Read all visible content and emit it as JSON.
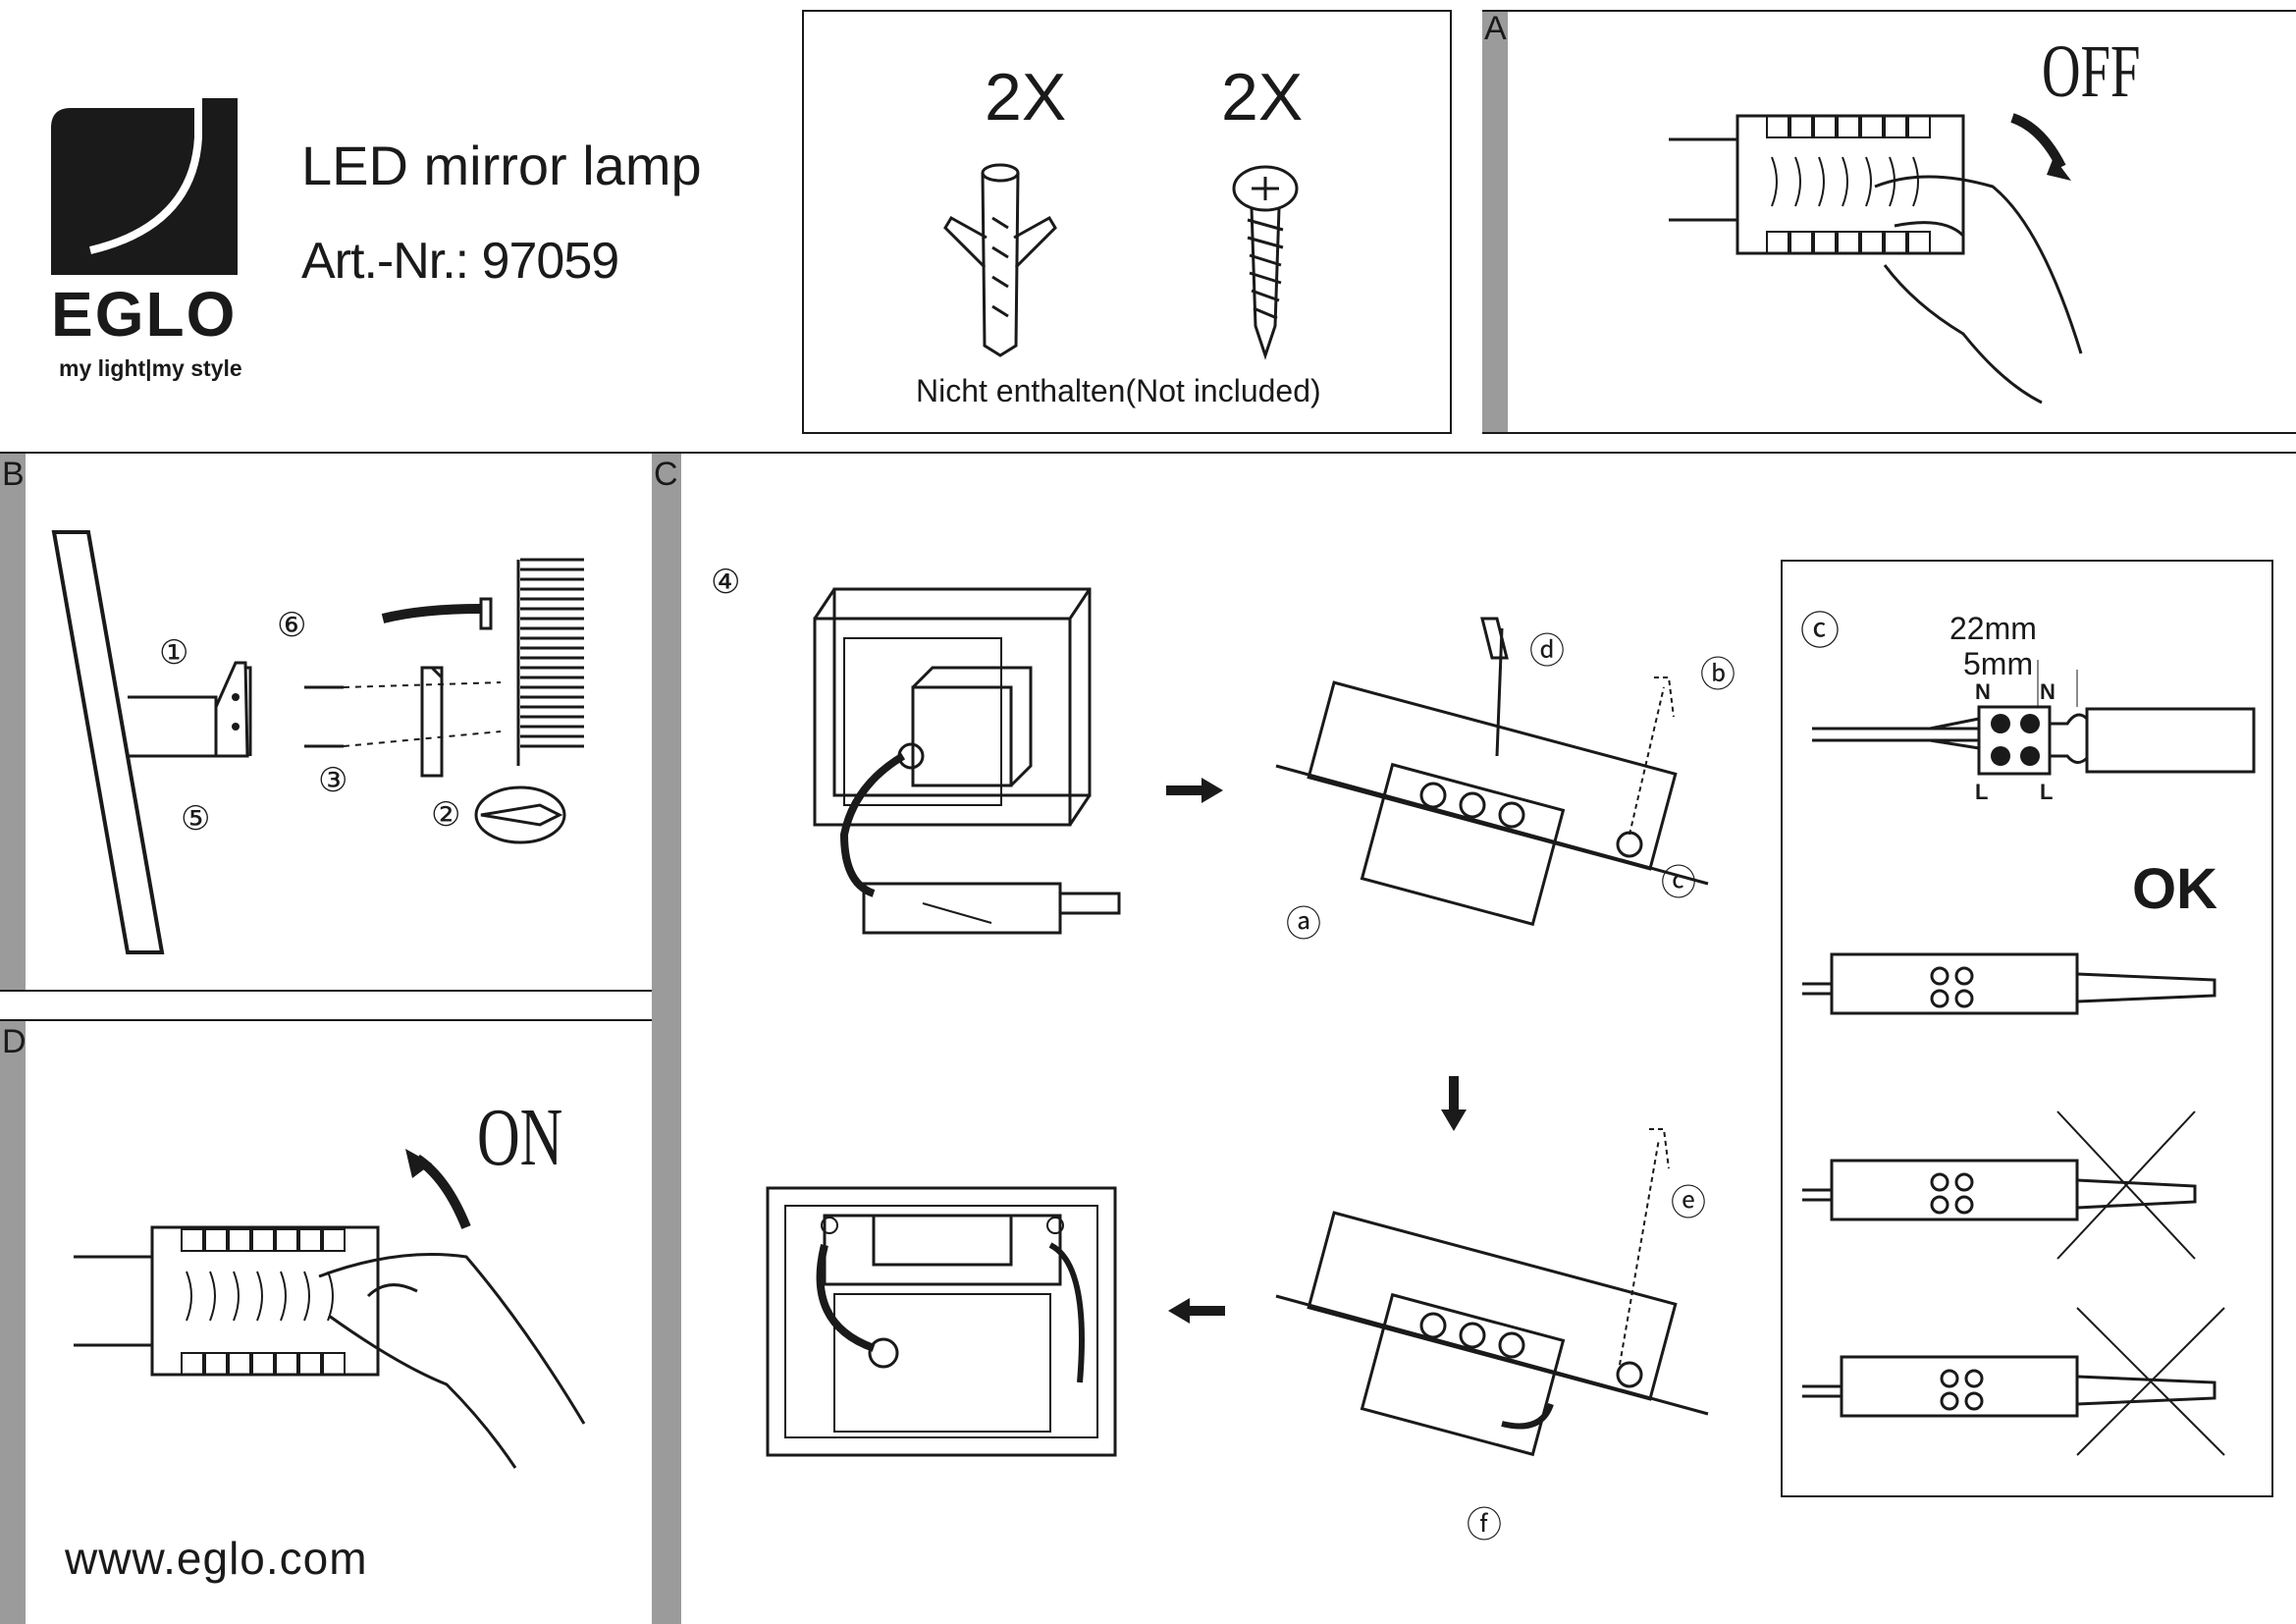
{
  "header": {
    "brand": "EGLO",
    "tagline": "my light|my style",
    "product_title": "LED mirror lamp",
    "article_number": "Art.-Nr.: 97059"
  },
  "parts": {
    "plug_qty": "2X",
    "screw_qty": "2X",
    "note": "Nicht enthalten(Not included)"
  },
  "sections": {
    "a": {
      "letter": "A",
      "label": "OFF"
    },
    "b": {
      "letter": "B",
      "callouts": [
        "①",
        "②",
        "③",
        "⑤",
        "⑥"
      ]
    },
    "c": {
      "letter": "C",
      "step": "④",
      "callouts": [
        "ⓓ",
        "ⓑ",
        "ⓒ",
        "ⓐ",
        "ⓔ",
        "ⓕ"
      ],
      "inset": {
        "label": "ⓒ",
        "dim_long": "22mm",
        "dim_short": "5mm",
        "n1": "N",
        "n2": "N",
        "l1": "L",
        "l2": "L",
        "ok": "OK"
      }
    },
    "d": {
      "letter": "D",
      "label": "ON",
      "website": "www.eglo.com"
    }
  }
}
